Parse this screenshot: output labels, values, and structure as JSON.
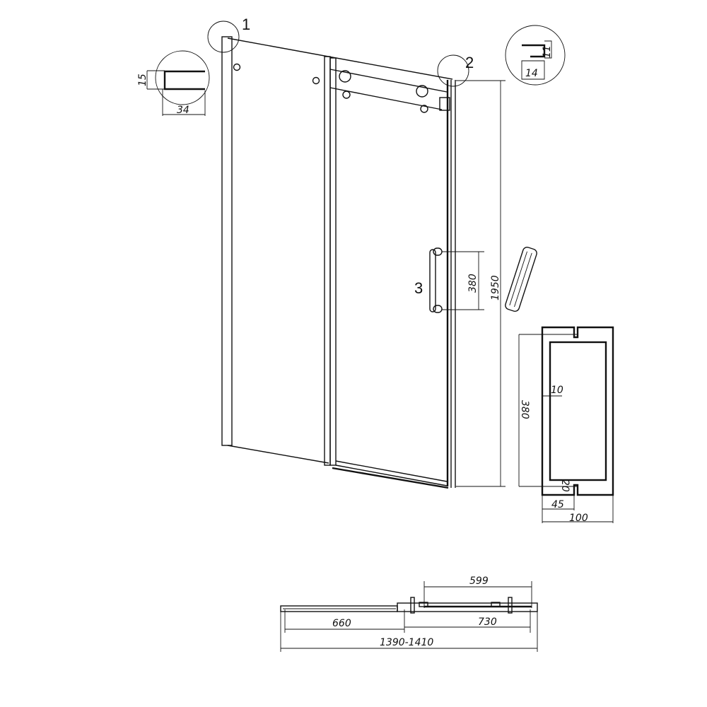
{
  "callouts": {
    "one": "1",
    "two": "2",
    "three": "3"
  },
  "detail_1": {
    "height": "15",
    "width": "34"
  },
  "detail_2": {
    "height": "11",
    "width": "14"
  },
  "elevation": {
    "handle_spacing": "380",
    "total_height": "1950"
  },
  "handle_detail": {
    "length": "380",
    "thickness": "10",
    "standoff": "20",
    "offset": "45",
    "depth": "100"
  },
  "plan_view": {
    "door_travel": "599",
    "fixed_width": "660",
    "door_width": "730",
    "total_width": "1390-1410"
  }
}
